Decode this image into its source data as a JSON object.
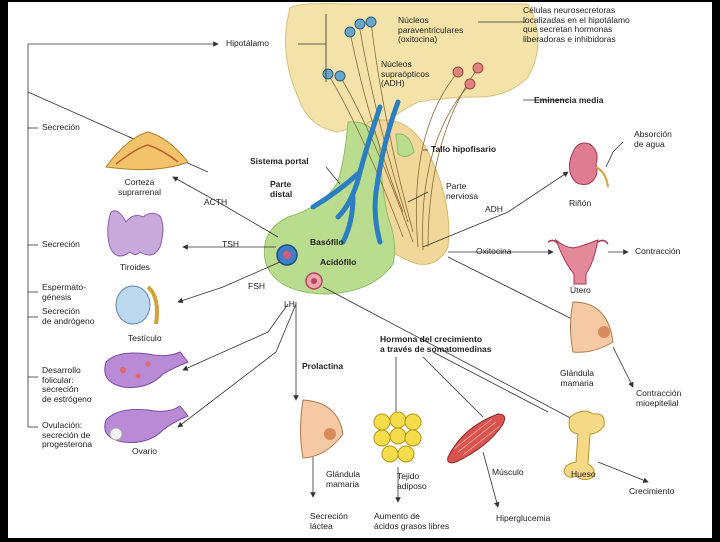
{
  "labels": {
    "hipotalamo": "Hipotálamo",
    "neurosecretoras": [
      "Células neurosecretoras",
      "localizadas en el hipotálamo",
      "que secretan hormonas",
      "liberadoras e inhibidoras"
    ],
    "paraventriculares": [
      "Núcleos",
      "paraventriculares",
      "(oxitocina)"
    ],
    "supraopticos": [
      "Núcleos",
      "supraópticos",
      "(ADH)"
    ],
    "eminencia": "Eminencia media",
    "tallo": "Tallo hipofisario",
    "sistema_portal": "Sistema portal",
    "parte_distal": [
      "Parte",
      "distal"
    ],
    "parte_nerviosa": [
      "Parte",
      "nerviosa"
    ],
    "basofilo": "Basófilo",
    "acidofilo": "Acidófilo",
    "secrecion1": "Secreción",
    "corteza": [
      "Corteza",
      "suprarrenal"
    ],
    "acth": "ACTH",
    "secrecion2": "Secreción",
    "tsh": "TSH",
    "tiroides": "Tiroides",
    "espermato": [
      "Espermato-",
      "génesis"
    ],
    "secrecion_androgeno": [
      "Secreción",
      "de andrógeno"
    ],
    "fsh": "FSH",
    "lh": "LH",
    "testiculo": "Testículo",
    "desarrollo": [
      "Desarrollo",
      "folicular:",
      "secreción",
      "de estrógeno"
    ],
    "ovulacion": [
      "Ovulación:",
      "secreción de",
      "progesterona"
    ],
    "ovario": "Ovario",
    "adh": "ADH",
    "absorcion": [
      "Absorción",
      "de agua"
    ],
    "rinon": "Riñón",
    "oxitocina": "Oxitocina",
    "contraccion": "Contracción",
    "utero": "Útero",
    "glandula_mamaria_r": [
      "Glándula",
      "mamaria"
    ],
    "contraccion_mioepitelial": [
      "Contracción",
      "mioepitelial"
    ],
    "hormona_crecimiento": [
      "Hormona del crecimiento",
      "a través de somatomedinas"
    ],
    "prolactina": "Prolactina",
    "glandula_mamaria_b": [
      "Glándula",
      "mamaria"
    ],
    "secrecion_lactea": [
      "Secreción",
      "láctea"
    ],
    "tejido_adiposo": [
      "Tejido",
      "adiposo"
    ],
    "aumento_acidos": [
      "Aumento de",
      "ácidos grasos libres"
    ],
    "musculo": "Músculo",
    "hiperglucemia": "Hiperglucemia",
    "hueso": "Hueso",
    "crecimiento": "Crecimiento"
  },
  "colors": {
    "hypothalamus": "#f3e3a8",
    "anterior_pituitary": "#b9dc8f",
    "posterior_pituitary": "#f1d79a",
    "portal_vessels": "#2b7fc0",
    "adrenal": "#f2c36a",
    "thyroid": "#c9a9dc",
    "ovary": "#b98ad6",
    "kidney": "#e07c92",
    "muscle": "#d9534f",
    "fat": "#f5dc4a",
    "bone": "#f6d987",
    "breast": "#f5c9a4"
  }
}
